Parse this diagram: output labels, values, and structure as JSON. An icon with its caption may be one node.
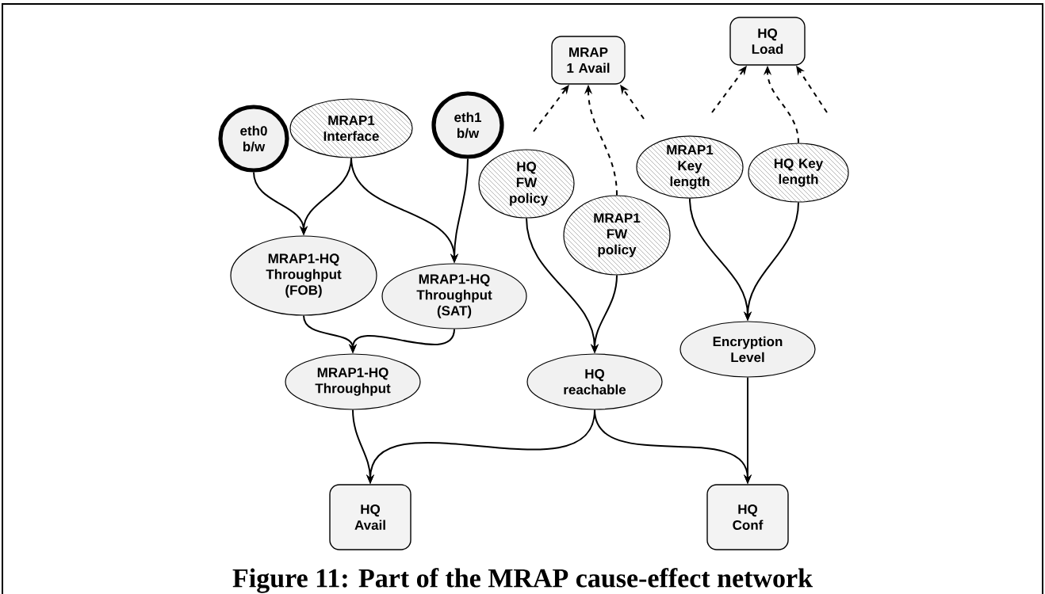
{
  "diagram": {
    "caption": "Figure 11: Part of the MRAP cause-effect network",
    "nodes": [
      {
        "text": [
          "HQ Load"
        ]
      },
      {
        "text": [
          "MRAP 1 Avail"
        ]
      },
      {
        "text": [
          "eth0 b/w"
        ]
      },
      {
        "text": [
          "MRAP1 Interface"
        ]
      },
      {
        "text": [
          "eth1 b/w"
        ]
      },
      {
        "text": [
          "HQ FW policy"
        ]
      },
      {
        "text": [
          "MRAP1 Key length"
        ]
      },
      {
        "text": [
          "HQ Key length"
        ]
      },
      {
        "text": [
          "MRAP1 FW policy"
        ]
      },
      {
        "text": [
          "MRAP1-HQ Throughput (FOB)"
        ]
      },
      {
        "text": [
          "MRAP1-HQ Throughput (SAT)"
        ]
      },
      {
        "text": [
          "Encryption Level"
        ]
      },
      {
        "text": [
          "MRAP1-HQ Throughput"
        ]
      },
      {
        "text": [
          "HQ reachable"
        ]
      },
      {
        "text": [
          "HQ Avail"
        ]
      },
      {
        "text": [
          "HQ Conf"
        ]
      }
    ],
    "edges": [
      {
        "from": 2,
        "to": 9,
        "arrow": "to"
      },
      {
        "from": 3,
        "to": 9,
        "arrow": "to"
      },
      {
        "from": 3,
        "to": 10,
        "arrow": "to"
      },
      {
        "from": 4,
        "to": 10,
        "arrow": "to"
      },
      {
        "from": 9,
        "to": 12,
        "arrow": "to"
      },
      {
        "from": 10,
        "to": 12,
        "arrow": "to"
      },
      {
        "from": 5,
        "to": 13,
        "arrow": "to"
      },
      {
        "from": 8,
        "to": 13,
        "arrow": "to"
      },
      {
        "from": 6,
        "to": 11,
        "arrow": "to"
      },
      {
        "from": 7,
        "to": 11,
        "arrow": "to"
      },
      {
        "from": 12,
        "to": 14,
        "arrow": "to"
      },
      {
        "from": 13,
        "to": 14,
        "arrow": "to"
      },
      {
        "from": 13,
        "to": 15,
        "arrow": "to"
      },
      {
        "from": 11,
        "to": 15,
        "arrow": "to"
      },
      {
        "from": null,
        "to": 1,
        "arrow": "to",
        "style": "dashed"
      },
      {
        "from": 8,
        "to": 1,
        "arrow": "to",
        "style": "dashed"
      },
      {
        "from": null,
        "to": 1,
        "arrow": "to",
        "style": "dashed"
      },
      {
        "from": null,
        "to": 0,
        "arrow": "to",
        "style": "dashed"
      },
      {
        "from": 7,
        "to": 0,
        "arrow": "to",
        "style": "dashed"
      },
      {
        "from": null,
        "to": 0,
        "arrow": "to",
        "style": "dashed"
      }
    ]
  }
}
